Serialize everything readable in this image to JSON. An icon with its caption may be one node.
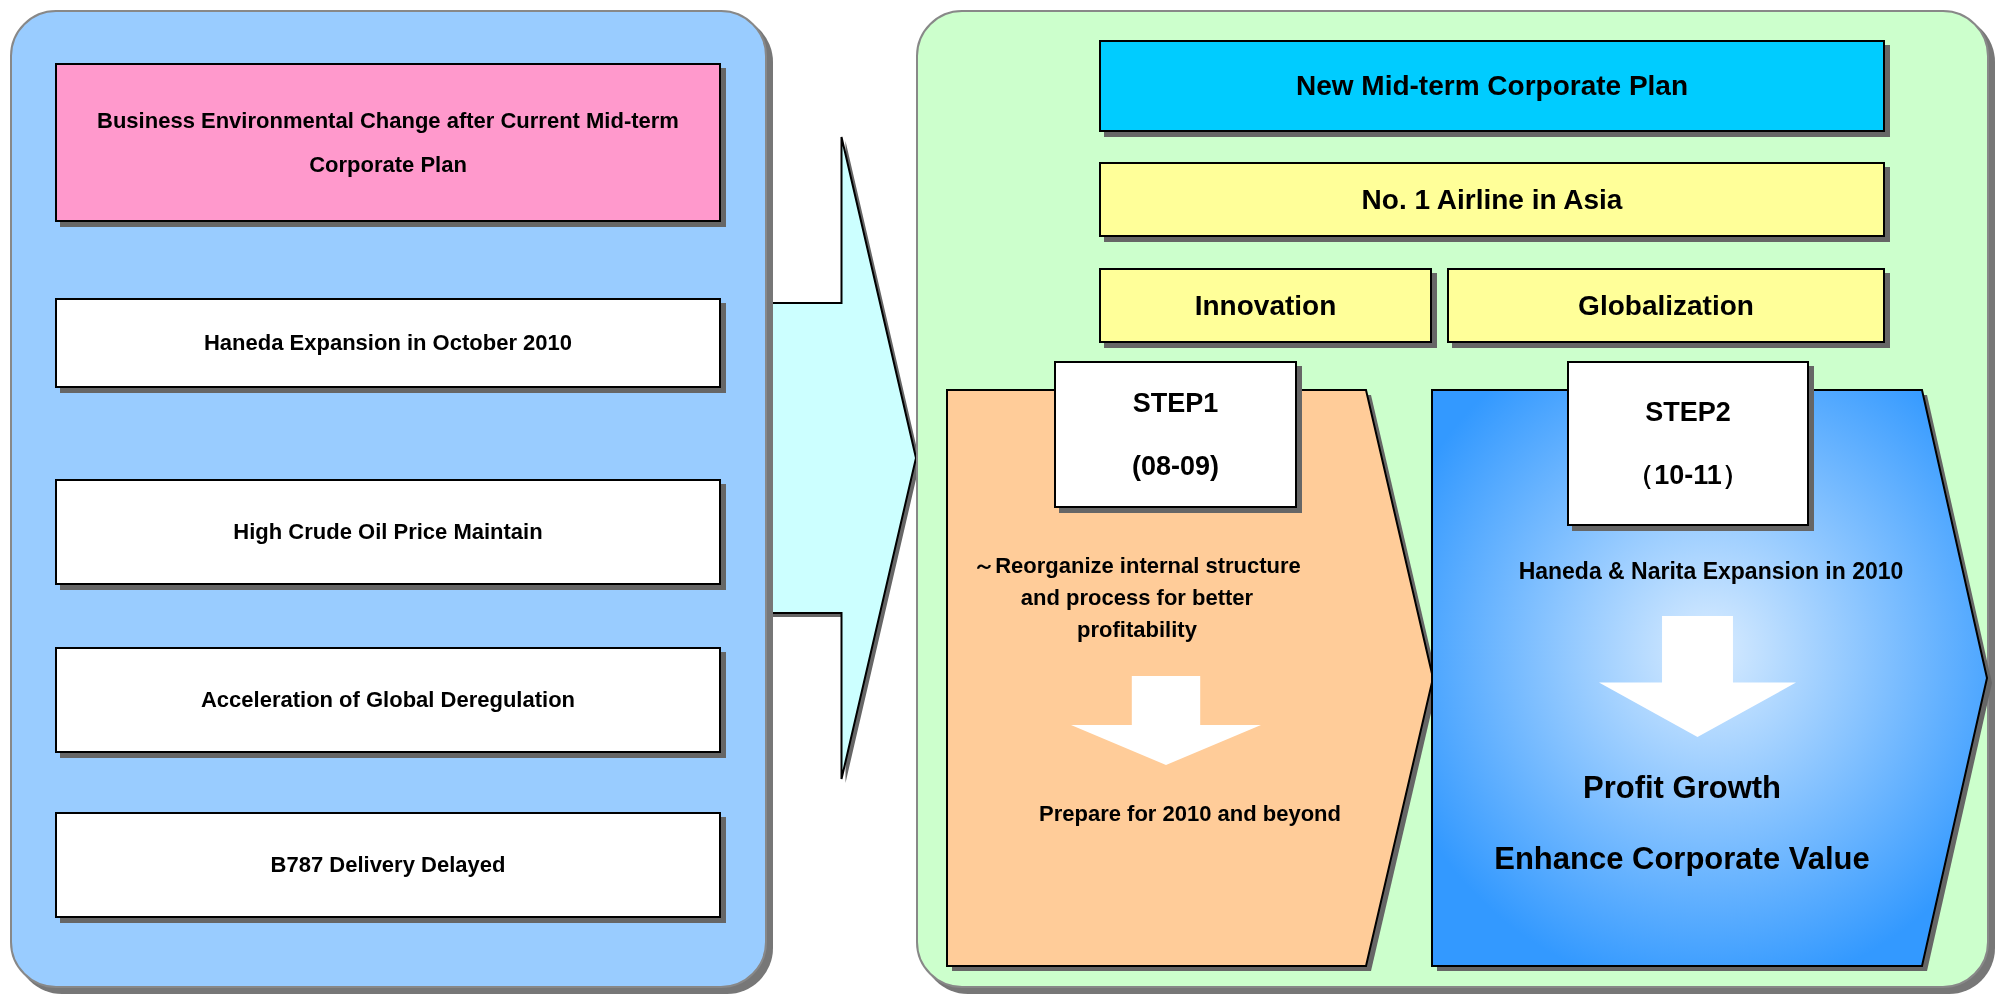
{
  "diagram": {
    "nodes": [
      {
        "text": [],
        "shape": "box"
      },
      {
        "text": [
          "Business Environmental Change after Current Mid-term Corporate Plan"
        ],
        "in": 0
      },
      {
        "text": [
          "Haneda Expansion in October 2010"
        ],
        "in": 0
      },
      {
        "text": [
          "High Crude Oil Price Maintain"
        ],
        "in": 0
      },
      {
        "text": [
          "Acceleration of Global Deregulation"
        ],
        "in": 0
      },
      {
        "text": [
          "B787 Delivery Delayed"
        ],
        "in": 0
      },
      {
        "text": [],
        "shape": "box"
      },
      {
        "text": [
          "New Mid-term Corporate Plan"
        ],
        "in": 6
      },
      {
        "text": [
          "No. 1 Airline in Asia"
        ],
        "in": 6
      },
      {
        "text": [
          "Innovation"
        ],
        "in": 6
      },
      {
        "text": [
          "Globalization"
        ],
        "in": 6
      },
      {
        "text": [
          "～Reorganize internal structure and process for better profitability",
          "Prepare for 2010 and beyond"
        ],
        "in": 6
      },
      {
        "text": [
          "STEP1",
          "(08-09)"
        ],
        "in": 6
      },
      {
        "text": [
          "Haneda & Narita Expansion in 2010",
          "Profit Growth",
          "Enhance Corporate Value"
        ],
        "in": 6
      },
      {
        "text": [
          "STEP2",
          "（10-11）"
        ],
        "in": 6
      }
    ],
    "edges": [
      {
        "from": 0,
        "to": 6,
        "arrow": "to"
      }
    ]
  }
}
